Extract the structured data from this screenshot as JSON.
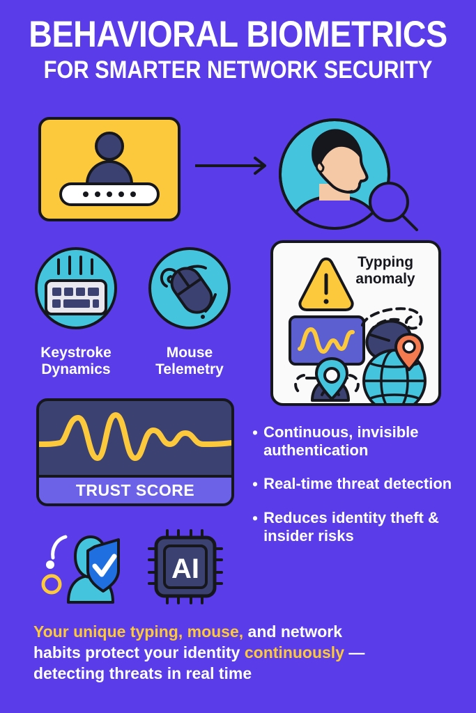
{
  "theme": {
    "background": "#5a3ce8",
    "accent_yellow": "#fdc93c",
    "accent_teal": "#45c4dd",
    "navy": "#3b4272",
    "ink": "#16161d",
    "white": "#ffffff",
    "band_purple": "#6b62e8",
    "blue": "#1f6fe0",
    "orange": "#f47b4f"
  },
  "header": {
    "title_main": "BEHAVIORAL BIOMETRICS",
    "title_sub": "FOR SMARTER NETWORK SECURITY"
  },
  "login_card": {
    "icon": "user-avatar-icon",
    "password_dots": 5
  },
  "arrow": {
    "icon": "arrow-right-icon"
  },
  "face_panel": {
    "icon": "face-profile-icon",
    "magnifier_icon": "magnifying-glass-icon"
  },
  "features": [
    {
      "icon": "keyboard-icon",
      "label": "Keystroke\nDynamics",
      "label_line1": "Keystroke",
      "label_line2": "Dynamics"
    },
    {
      "icon": "mouse-icon",
      "label": "Mouse\nTelemetry",
      "label_line1": "Mouse",
      "label_line2": "Telemetry"
    }
  ],
  "anomaly_card": {
    "text_line1": "Typping",
    "text_line2": "anomaly",
    "icons": [
      "warning-triangle-icon",
      "monitor-waveform-icon",
      "mouse-icon",
      "location-pin-icon",
      "globe-icon"
    ]
  },
  "trust_panel": {
    "label": "TRUST SCORE",
    "waveform_icon": "waveform-icon"
  },
  "bullets": [
    {
      "marker": "•",
      "text": "Continuous, invisible authentication"
    },
    {
      "marker": "•",
      "text": "Real-time threat detection"
    },
    {
      "marker": "•",
      "text": "Reduces identity theft & insider  risks"
    }
  ],
  "bottom_icons": [
    {
      "icon": "shielded-user-icon"
    },
    {
      "icon": "ai-chip-icon",
      "label": "AI"
    }
  ],
  "footer": {
    "line1_a": "Your unique typing,",
    "line1_b": " mouse,",
    "line1_c": " and network",
    "line2_a": "habits protect your identity ",
    "line2_b": "continuously",
    "line2_c": " —",
    "line3": "detecting threats in real time"
  }
}
